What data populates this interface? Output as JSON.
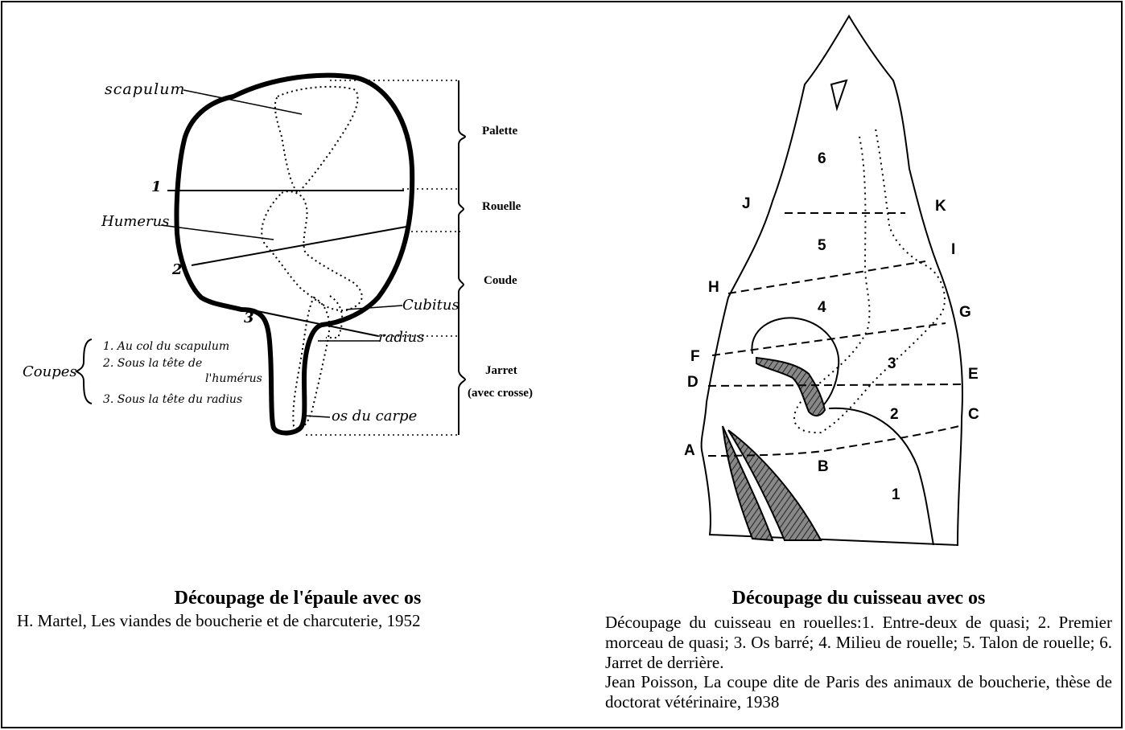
{
  "left_figure": {
    "labels": {
      "scapulum": "scapulum",
      "humerus": "Humerus",
      "cubitus": "Cubitus",
      "radius": "radius",
      "os_du_carpe": "os du carpe",
      "cut1": "1",
      "cut2": "2",
      "cut3": "3"
    },
    "sections": {
      "palette": "Palette",
      "rouelle": "Rouelle",
      "coude": "Coude",
      "jarret_line1": "Jarret",
      "jarret_line2": "(avec crosse)"
    },
    "coupes": {
      "title": "Coupes",
      "item1": "1. Au col du scapulum",
      "item2_line1": "2. Sous la tête de",
      "item2_line2": "l'humérus",
      "item3": "3. Sous la tête du radius"
    }
  },
  "right_figure": {
    "letters": {
      "a": "A",
      "b": "B",
      "c": "C",
      "d": "D",
      "e": "E",
      "f": "F",
      "g": "G",
      "h": "H",
      "i": "I",
      "j": "J",
      "k": "K"
    },
    "numbers": {
      "n1": "1",
      "n2": "2",
      "n3": "3",
      "n4": "4",
      "n5": "5",
      "n6": "6"
    }
  },
  "captions": {
    "left_title": "Découpage de l'épaule avec os",
    "left_source": "H. Martel, Les viandes de boucherie et de charcuterie, 1952",
    "right_title": "Découpage du cuisseau avec os",
    "right_description": "Découpage du cuisseau en rouelles:1. Entre-deux de quasi; 2. Premier morceau de quasi; 3. Os barré; 4. Milieu de rouelle; 5. Talon de rouelle; 6. Jarret de derrière.",
    "right_source": "Jean Poisson, La coupe dite de Paris des animaux de boucherie, thèse de doctorat vétérinaire, 1938"
  }
}
